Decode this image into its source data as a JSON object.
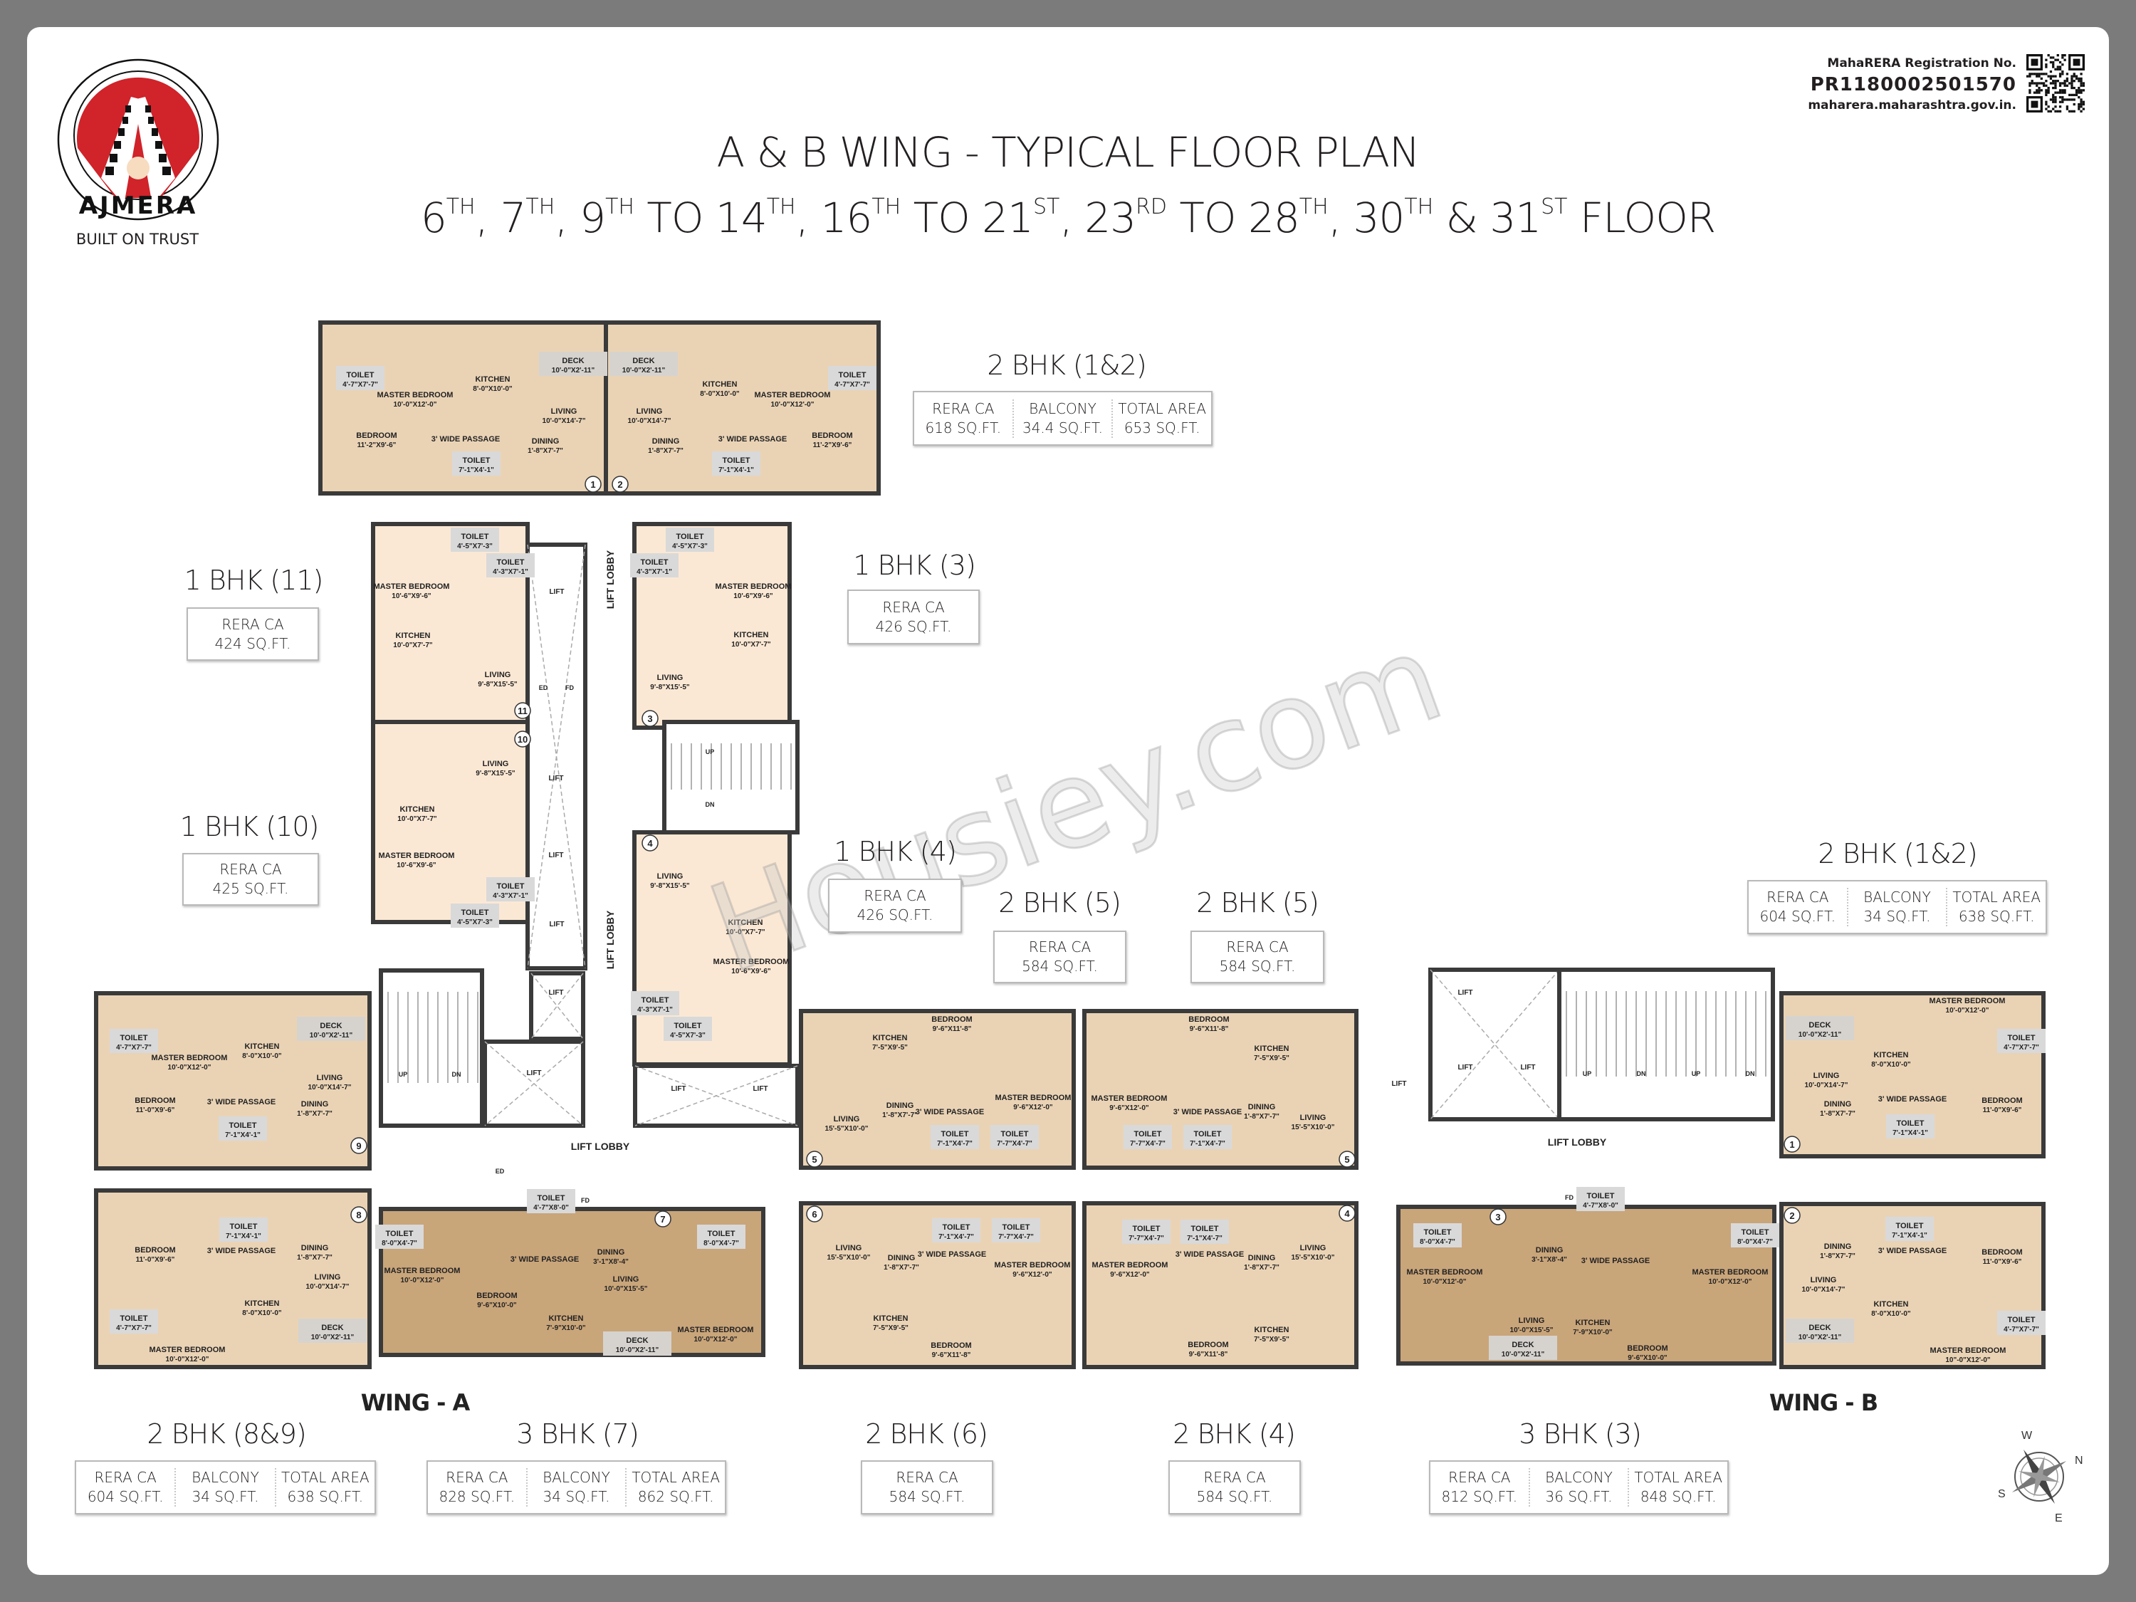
{
  "header": {
    "title": "A & B WING - TYPICAL FLOOR PLAN",
    "floors": [
      [
        "6",
        "TH"
      ],
      [
        ", 7",
        "TH"
      ],
      [
        ", 9",
        "TH"
      ],
      [
        " TO 14",
        "TH"
      ],
      [
        ", 16",
        "TH"
      ],
      [
        " TO 21",
        "ST"
      ],
      [
        ", 23",
        "RD"
      ],
      [
        " TO 28",
        "TH"
      ],
      [
        ", 30",
        "TH"
      ],
      [
        " & 31",
        "ST"
      ],
      [
        " FLOOR",
        ""
      ]
    ]
  },
  "logo": {
    "brand": "AJMERA",
    "tagline": "BUILT ON TRUST",
    "colors": {
      "red": "#d0232a",
      "black": "#111111",
      "sun": "#f8dcc0"
    }
  },
  "rera": {
    "label": "MahaRERA Registration No.",
    "number": "PR1180002501570",
    "website": "maharera.maharashtra.gov.in.",
    "qr_icon": "qr-code-icon"
  },
  "watermark": "Housiey.com",
  "wings": [
    "WING - A",
    "WING - B"
  ],
  "unit_cards": [
    {
      "title": "2 BHK (1&2)",
      "cols": [
        [
          "RERA CA",
          "618 SQ.FT."
        ],
        [
          "BALCONY",
          "34.4 SQ.FT."
        ],
        [
          "TOTAL AREA",
          "653 SQ.FT."
        ]
      ]
    },
    {
      "title": "1 BHK (11)",
      "cols": [
        [
          "RERA CA",
          "424 SQ.FT."
        ]
      ]
    },
    {
      "title": "1 BHK (3)",
      "cols": [
        [
          "RERA CA",
          "426 SQ.FT."
        ]
      ]
    },
    {
      "title": "1 BHK (10)",
      "cols": [
        [
          "RERA CA",
          "425 SQ.FT."
        ]
      ]
    },
    {
      "title": "1 BHK (4)",
      "cols": [
        [
          "RERA CA",
          "426 SQ.FT."
        ]
      ]
    },
    {
      "title": "2 BHK (5)",
      "cols": [
        [
          "RERA CA",
          "584 SQ.FT."
        ]
      ]
    },
    {
      "title": "2 BHK (5)",
      "cols": [
        [
          "RERA CA",
          "584 SQ.FT."
        ]
      ]
    },
    {
      "title": "2 BHK (1&2)",
      "cols": [
        [
          "RERA CA",
          "604 SQ.FT."
        ],
        [
          "BALCONY",
          "34 SQ.FT."
        ],
        [
          "TOTAL AREA",
          "638 SQ.FT."
        ]
      ]
    },
    {
      "title": "2 BHK (8&9)",
      "cols": [
        [
          "RERA CA",
          "604 SQ.FT."
        ],
        [
          "BALCONY",
          "34 SQ.FT."
        ],
        [
          "TOTAL AREA",
          "638 SQ.FT."
        ]
      ]
    },
    {
      "title": "3 BHK (7)",
      "cols": [
        [
          "RERA CA",
          "828 SQ.FT."
        ],
        [
          "BALCONY",
          "34 SQ.FT."
        ],
        [
          "TOTAL AREA",
          "862 SQ.FT."
        ]
      ]
    },
    {
      "title": "2 BHK (6)",
      "cols": [
        [
          "RERA CA",
          "584 SQ.FT."
        ]
      ]
    },
    {
      "title": "2 BHK (4)",
      "cols": [
        [
          "RERA CA",
          "584 SQ.FT."
        ]
      ]
    },
    {
      "title": "3 BHK (3)",
      "cols": [
        [
          "RERA CA",
          "812 SQ.FT."
        ],
        [
          "BALCONY",
          "36 SQ.FT."
        ],
        [
          "TOTAL AREA",
          "848 SQ.FT."
        ]
      ]
    }
  ],
  "unit_colors": {
    "two_bhk": "#ead3b5",
    "one_bhk": "#fbe8d4",
    "three_bhk": "#c9a57a",
    "toilet": "#d9d9d9",
    "wall": "#3a3a3a"
  },
  "rooms": [
    [
      "TOILET",
      "4'-7\"X7'-7\""
    ],
    [
      "MASTER BEDROOM",
      "10'-0\"X12'-0\""
    ],
    [
      "KITCHEN",
      "8'-0\"X10'-0\""
    ],
    [
      "DECK",
      "10'-0\"X2'-11\""
    ],
    [
      "LIVING",
      "10'-0\"X14'-7\""
    ],
    [
      "BEDROOM",
      "11'-2\"X9'-6\""
    ],
    [
      "3' WIDE PASSAGE",
      ""
    ],
    [
      "DINING",
      "1'-8\"X7'-7\""
    ],
    [
      "TOILET",
      "7'-1\"X4'-1\""
    ],
    [
      "DECK",
      "10'-0\"X2'-11\""
    ],
    [
      "KITCHEN",
      "8'-0\"X10'-0\""
    ],
    [
      "MASTER BEDROOM",
      "10'-0\"X12'-0\""
    ],
    [
      "TOILET",
      "4'-7\"X7'-7\""
    ],
    [
      "LIVING",
      "10'-0\"X14'-7\""
    ],
    [
      "BEDROOM",
      "11'-2\"X9'-6\""
    ],
    [
      "3' WIDE PASSAGE",
      ""
    ],
    [
      "DINING",
      "1'-8\"X7'-7\""
    ],
    [
      "TOILET",
      "7'-1\"X4'-1\""
    ],
    [
      "TOILET",
      "4'-5\"X7'-3\""
    ],
    [
      "TOILET",
      "4'-3\"X7'-1\""
    ],
    [
      "MASTER BEDROOM",
      "10'-6\"X9'-6\""
    ],
    [
      "KITCHEN",
      "10'-0\"X7'-7\""
    ],
    [
      "LIVING",
      "9'-8\"X15'-5\""
    ],
    [
      "LIVING",
      "9'-8\"X15'-5\""
    ],
    [
      "KITCHEN",
      "10'-0\"X7'-7\""
    ],
    [
      "MASTER BEDROOM",
      "10'-6\"X9'-6\""
    ],
    [
      "TOILET",
      "4'-3\"X7'-1\""
    ],
    [
      "TOILET",
      "4'-5\"X7'-3\""
    ],
    [
      "TOILET",
      "4'-5\"X7'-3\""
    ],
    [
      "TOILET",
      "4'-3\"X7'-1\""
    ],
    [
      "MASTER BEDROOM",
      "10'-6\"X9'-6\""
    ],
    [
      "KITCHEN",
      "10'-0\"X7'-7\""
    ],
    [
      "LIVING",
      "9'-8\"X15'-5\""
    ],
    [
      "LIVING",
      "9'-8\"X15'-5\""
    ],
    [
      "KITCHEN",
      "10'-0\"X7'-7\""
    ],
    [
      "MASTER BEDROOM",
      "10'-6\"X9'-6\""
    ],
    [
      "TOILET",
      "4'-3\"X7'-1\""
    ],
    [
      "TOILET",
      "4'-5\"X7'-3\""
    ],
    [
      "TOILET",
      "4'-7\"X7'-7\""
    ],
    [
      "MASTER BEDROOM",
      "10'-0\"X12'-0\""
    ],
    [
      "KITCHEN",
      "8'-0\"X10'-0\""
    ],
    [
      "DECK",
      "10'-0\"X2'-11\""
    ],
    [
      "LIVING",
      "10'-0\"X14'-7\""
    ],
    [
      "BEDROOM",
      "11'-0\"X9'-6\""
    ],
    [
      "3' WIDE PASSAGE",
      ""
    ],
    [
      "DINING",
      "1'-8\"X7'-7\""
    ],
    [
      "TOILET",
      "7'-1\"X4'-1\""
    ],
    [
      "TOILET",
      "7'-1\"X4'-1\""
    ],
    [
      "BEDROOM",
      "11'-0\"X9'-6\""
    ],
    [
      "3' WIDE PASSAGE",
      ""
    ],
    [
      "DINING",
      "1'-8\"X7'-7\""
    ],
    [
      "LIVING",
      "10'-0\"X14'-7\""
    ],
    [
      "KITCHEN",
      "8'-0\"X10'-0\""
    ],
    [
      "TOILET",
      "4'-7\"X7'-7\""
    ],
    [
      "DECK",
      "10'-0\"X2'-11\""
    ],
    [
      "MASTER BEDROOM",
      "10'-0\"X12'-0\""
    ],
    [
      "TOILET",
      "4'-7\"X8'-0\""
    ],
    [
      "TOILET",
      "8'-0\"X4'-7\""
    ],
    [
      "TOILET",
      "8'-0\"X4'-7\""
    ],
    [
      "DINING",
      "3'-1\"X8'-4\""
    ],
    [
      "3' WIDE PASSAGE",
      ""
    ],
    [
      "MASTER BEDROOM",
      "10'-0\"X12'-0\""
    ],
    [
      "LIVING",
      "10'-0\"X15'-5\""
    ],
    [
      "BEDROOM",
      "9'-6\"X10'-0\""
    ],
    [
      "KITCHEN",
      "7'-9\"X10'-0\""
    ],
    [
      "MASTER BEDROOM",
      "10'-0\"X12'-0\""
    ],
    [
      "DECK",
      "10'-0\"X2'-11\""
    ],
    [
      "KITCHEN",
      "7'-5\"X9'-5\""
    ],
    [
      "BEDROOM",
      "9'-6\"X11'-8\""
    ],
    [
      "MASTER BEDROOM",
      "9'-6\"X12'-0\""
    ],
    [
      "DINING",
      "1'-8\"X7'-7\""
    ],
    [
      "3' WIDE PASSAGE",
      ""
    ],
    [
      "LIVING",
      "15'-5\"X10'-0\""
    ],
    [
      "TOILET",
      "7'-1\"X4'-7\""
    ],
    [
      "TOILET",
      "7'-7\"X4'-7\""
    ],
    [
      "MASTER BEDROOM",
      "9'-6\"X12'-0\""
    ],
    [
      "BEDROOM",
      "9'-6\"X11'-8\""
    ],
    [
      "KITCHEN",
      "7'-5\"X9'-5\""
    ],
    [
      "DINING",
      "1'-8\"X7'-7\""
    ],
    [
      "3' WIDE PASSAGE",
      ""
    ],
    [
      "LIVING",
      "15'-5\"X10'-0\""
    ],
    [
      "TOILET",
      "7'-7\"X4'-7\""
    ],
    [
      "TOILET",
      "7'-1\"X4'-7\""
    ],
    [
      "TOILET",
      "7'-1\"X4'-7\""
    ],
    [
      "TOILET",
      "7'-7\"X4'-7\""
    ],
    [
      "LIVING",
      "15'-5\"X10'-0\""
    ],
    [
      "DINING",
      "1'-8\"X7'-7\""
    ],
    [
      "3' WIDE PASSAGE",
      ""
    ],
    [
      "MASTER BEDROOM",
      "9'-6\"X12'-0\""
    ],
    [
      "KITCHEN",
      "7'-5\"X9'-5\""
    ],
    [
      "BEDROOM",
      "9'-6\"X11'-8\""
    ],
    [
      "TOILET",
      "7'-7\"X4'-7\""
    ],
    [
      "TOILET",
      "7'-1\"X4'-7\""
    ],
    [
      "LIVING",
      "15'-5\"X10'-0\""
    ],
    [
      "DINING",
      "1'-8\"X7'-7\""
    ],
    [
      "3' WIDE PASSAGE",
      ""
    ],
    [
      "MASTER BEDROOM",
      "9'-6\"X12'-0\""
    ],
    [
      "KITCHEN",
      "7'-5\"X9'-5\""
    ],
    [
      "BEDROOM",
      "9'-6\"X11'-8\""
    ],
    [
      "TOILET",
      "4'-7\"X8'-0\""
    ],
    [
      "TOILET",
      "8'-0\"X4'-7\""
    ],
    [
      "TOILET",
      "8'-0\"X4'-7\""
    ],
    [
      "DINING",
      "3'-1\"X8'-4\""
    ],
    [
      "3' WIDE PASSAGE",
      ""
    ],
    [
      "MASTER BEDROOM",
      "10'-0\"X12'-0\""
    ],
    [
      "MASTER BEDROOM",
      "10'-0\"X12'-0\""
    ],
    [
      "LIVING",
      "10'-0\"X15'-5\""
    ],
    [
      "KITCHEN",
      "7'-9\"X10'-0\""
    ],
    [
      "BEDROOM",
      "9'-6\"X10'-0\""
    ],
    [
      "DECK",
      "10'-0\"X2'-11\""
    ],
    [
      "MASTER BEDROOM",
      "10'-0\"X12'-0\""
    ],
    [
      "DECK",
      "10'-0\"X2'-11\""
    ],
    [
      "TOILET",
      "4'-7\"X7'-7\""
    ],
    [
      "KITCHEN",
      "8'-0\"X10'-0\""
    ],
    [
      "LIVING",
      "10'-0\"X14'-7\""
    ],
    [
      "DINING",
      "1'-8\"X7'-7\""
    ],
    [
      "3' WIDE PASSAGE",
      ""
    ],
    [
      "BEDROOM",
      "11'-0\"X9'-6\""
    ],
    [
      "TOILET",
      "7'-1\"X4'-1\""
    ],
    [
      "TOILET",
      "7'-1\"X4'-1\""
    ],
    [
      "DINING",
      "1'-8\"X7'-7\""
    ],
    [
      "3' WIDE PASSAGE",
      ""
    ],
    [
      "BEDROOM",
      "11'-0\"X9'-6\""
    ],
    [
      "LIVING",
      "10'-0\"X14'-7\""
    ],
    [
      "KITCHEN",
      "8'-0\"X10'-0\""
    ],
    [
      "TOILET",
      "4'-7\"X7'-7\""
    ],
    [
      "DECK",
      "10'-0\"X2'-11\""
    ],
    [
      "MASTER BEDROOM",
      "10\"-0\"X12'-0\""
    ]
  ],
  "core_labels": {
    "lifts": [
      "LIFT",
      "LIFT",
      "LIFT",
      "LIFT",
      "LIFT",
      "LIFT",
      "LIFT",
      "LIFT",
      "LIFT",
      "LIFT",
      "LIFT",
      "LIFT"
    ],
    "stairs": [
      "UP",
      "DN",
      "UP",
      "DN",
      "UP",
      "DN",
      "UP",
      "DN"
    ],
    "shafts": [
      "ED",
      "FD",
      "ED",
      "FD",
      "FD"
    ],
    "lobbies": [
      "LIFT LOBBY",
      "LIFT LOBBY",
      "LIFT LOBBY",
      "LIFT LOBBY"
    ]
  },
  "unit_numbers": [
    "1",
    "2",
    "11",
    "10",
    "3",
    "4",
    "9",
    "8",
    "7",
    "5",
    "5",
    "6",
    "4",
    "3",
    "1",
    "2"
  ],
  "compass": {
    "icon": "compass-rose-icon",
    "letters": [
      "W",
      "N",
      "S",
      "E"
    ]
  }
}
